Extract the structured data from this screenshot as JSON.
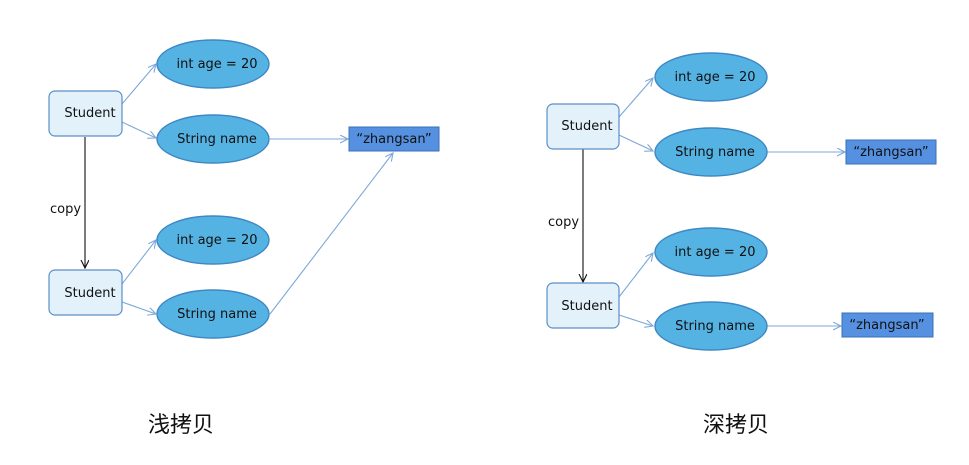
{
  "left": {
    "caption": "浅拷贝",
    "copy_label": "copy",
    "original": {
      "class": "Student",
      "age": "int age = 20",
      "name": "String name"
    },
    "copied": {
      "class": "Student",
      "age": "int age = 20",
      "name": "String name"
    },
    "value": "“zhangsan”"
  },
  "right": {
    "caption": "深拷贝",
    "copy_label": "copy",
    "original": {
      "class": "Student",
      "age": "int age = 20",
      "name": "String name",
      "value": "“zhangsan”"
    },
    "copied": {
      "class": "Student",
      "age": "int age = 20",
      "name": "String name",
      "value": "“zhangsan”"
    }
  },
  "colors": {
    "ellipse": "#55b3e4",
    "value_box": "#5591e0",
    "student_box": "#e3f1fb",
    "edge": "#7ea8d8"
  }
}
